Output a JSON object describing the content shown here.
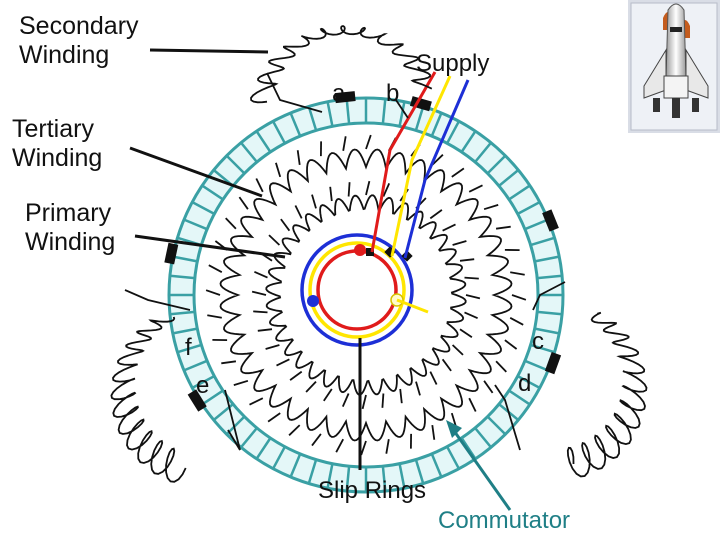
{
  "labels": {
    "secondary": [
      "Secondary",
      "Winding"
    ],
    "tertiary": [
      "Tertiary",
      "Winding"
    ],
    "primary": [
      "Primary",
      "Winding"
    ],
    "supply": "Supply",
    "slip_rings": "Slip Rings",
    "commutator": "Commutator",
    "terminal_a": "a",
    "terminal_b": "b",
    "terminal_c": "c",
    "terminal_d": "d",
    "terminal_e": "e",
    "terminal_f": "f"
  },
  "colors": {
    "commutator_ring": "#3aa0a4",
    "commutator_fill": "#e4f7f8",
    "commutator_label": "#1f7f86",
    "phase_red": "#e01b1b",
    "phase_yellow": "#ffe600",
    "phase_blue": "#1d2fd6",
    "winding_ink": "#111111"
  },
  "icons": {
    "corner_image": "space-shuttle-icon"
  }
}
